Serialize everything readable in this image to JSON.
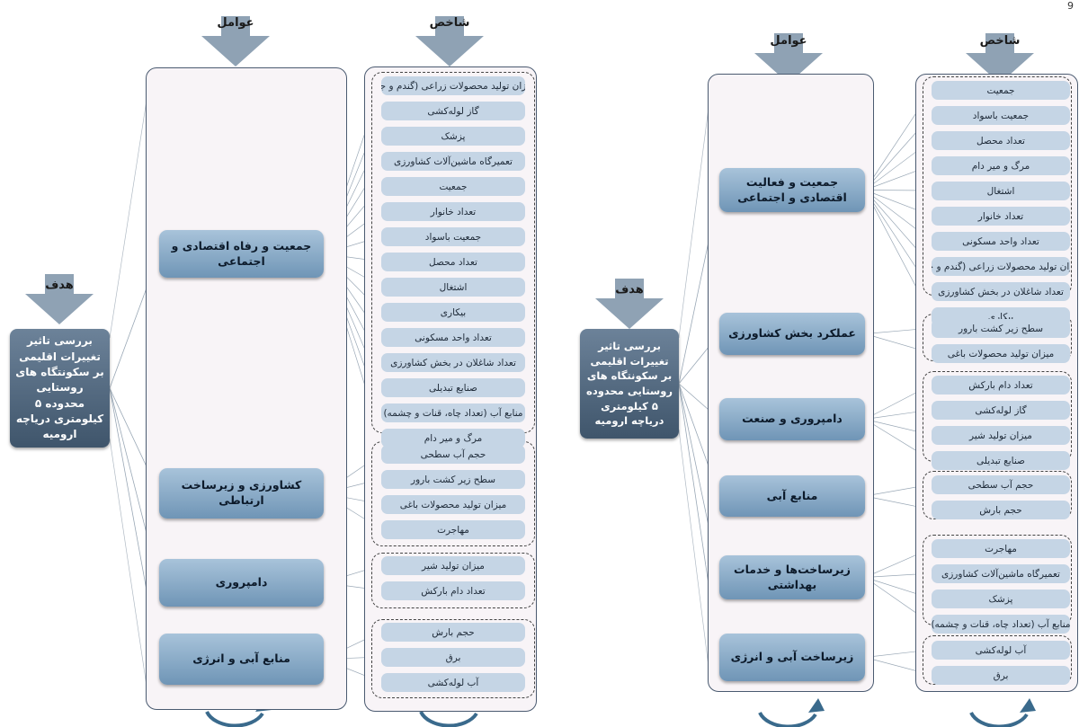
{
  "page_number": "9",
  "colors": {
    "factor": "#7fa3c2",
    "indicator": "#c5d5e5",
    "goal": "#4d6278",
    "arrow": "#8fa2b4",
    "cycle": "#3a6a8c"
  },
  "left": {
    "labels": {
      "goal": "هدف",
      "factors": "عوامل",
      "indicators": "شاخص"
    },
    "goal_text": "بررسی تاثیر تغییرات اقلیمی بر سکونتگاه های روستایی محدوده ۵ کیلومتری دریاچه ارومیه",
    "factors": [
      "جمعیت و رفاه اقتصادی و اجتماعی",
      "کشاورزی و زیرساخت ارتباطی",
      "دامپروری",
      "منابع آبی و انرژی"
    ],
    "groups": [
      [
        "میزان تولید محصولات زراعی (گندم و جو)",
        "گاز لوله‌کشی",
        "پزشک",
        "تعمیرگاه ماشین‌آلات کشاورزی",
        "جمعیت",
        "تعداد خانوار",
        "جمعیت باسواد",
        "تعداد محصل",
        "اشتغال",
        "بیکاری",
        "تعداد واحد مسکونی",
        "تعداد شاغلان در بخش کشاورزی",
        "صنایع تبدیلی",
        "منابع آب (تعداد چاه، قنات و چشمه)",
        "مرگ و میر دام"
      ],
      [
        "حجم آب سطحی",
        "سطح زیر کشت بارور",
        "میزان تولید محصولات باغی",
        "مهاجرت"
      ],
      [
        "میزان تولید شیر",
        "تعداد دام بارکش"
      ],
      [
        "حجم بارش",
        "برق",
        "آب لوله‌کشی"
      ]
    ]
  },
  "right": {
    "labels": {
      "goal": "هدف",
      "factors": "عوامل",
      "indicators": "شاخص"
    },
    "goal_text": "بررسی تاثیر تغییرات اقلیمی بر سکونتگاه های روستایی محدوده ۵ کیلومتری دریاچه ارومیه",
    "factors": [
      "جمعیت و فعالیت اقتصادی و اجتماعی",
      "عملکرد بخش کشاورزی",
      "دامپروری و صنعت",
      "منابع آبی",
      "زیرساخت‌ها و خدمات بهداشتی",
      "زیرساخت آبی و انرژی"
    ],
    "groups": [
      [
        "جمعیت",
        "جمعیت باسواد",
        "تعداد محصل",
        "مرگ و میر دام",
        "اشتغال",
        "تعداد خانوار",
        "تعداد واحد مسکونی",
        "میزان تولید محصولات زراعی (گندم و جو)",
        "تعداد شاغلان در بخش کشاورزی",
        "بیکاری"
      ],
      [
        "سطح زیر کشت بارور",
        "میزان تولید محصولات باغی"
      ],
      [
        "تعداد دام بارکش",
        "گاز لوله‌کشی",
        "میزان تولید شیر",
        "صنایع تبدیلی"
      ],
      [
        "حجم آب سطحی",
        "حجم بارش"
      ],
      [
        "مهاجرت",
        "تعمیرگاه ماشین‌آلات کشاورزی",
        "پزشک",
        "منابع آب (تعداد چاه، قنات و چشمه)"
      ],
      [
        "آب لوله‌کشی",
        "برق"
      ]
    ]
  }
}
